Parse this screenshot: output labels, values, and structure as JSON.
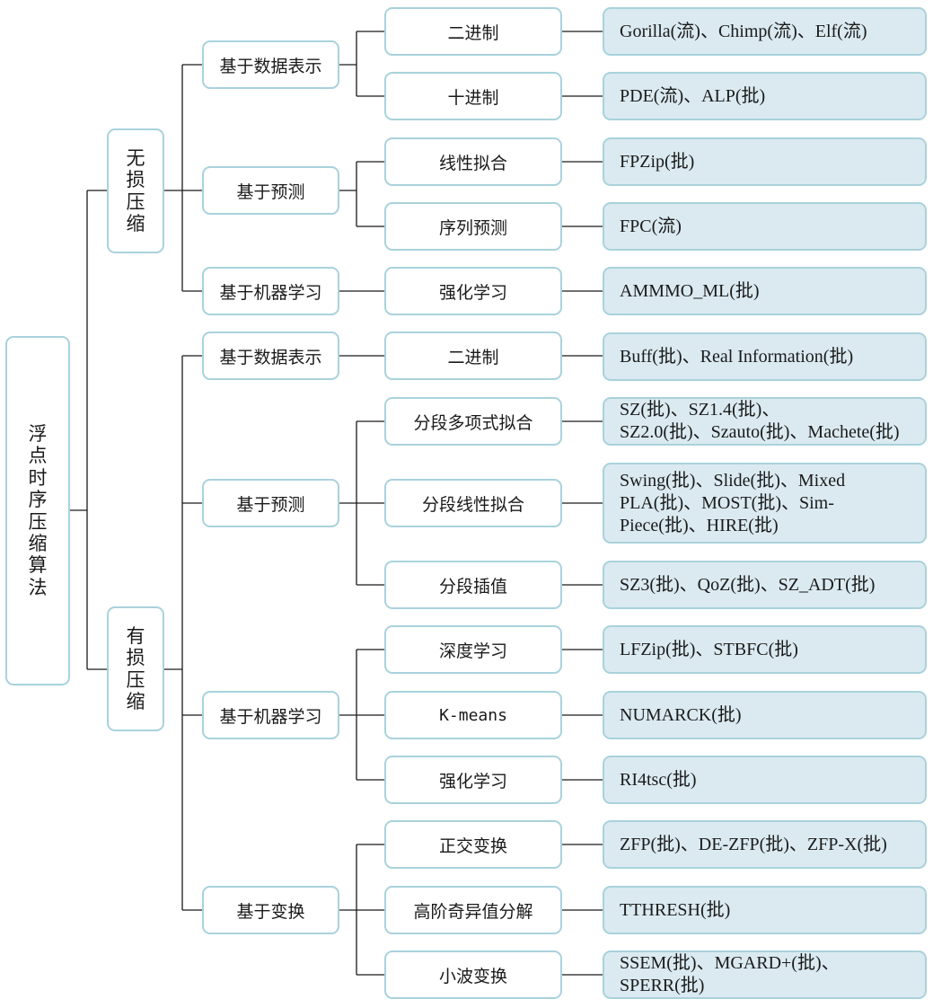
{
  "root": {
    "label": "浮点时序压缩算法"
  },
  "categories": [
    {
      "label": "无损压缩"
    },
    {
      "label": "有损压缩"
    }
  ],
  "level2": [
    "基于数据表示",
    "基于预测",
    "基于机器学习",
    "基于数据表示",
    "基于预测",
    "基于机器学习",
    "基于变换"
  ],
  "level3": [
    "二进制",
    "十进制",
    "线性拟合",
    "序列预测",
    "强化学习",
    "二进制",
    "分段多项式拟合",
    "分段线性拟合",
    "分段插值",
    "深度学习",
    "K-means",
    "强化学习",
    "正交变换",
    "高阶奇异值分解",
    "小波变换"
  ],
  "leaves": [
    "Gorilla(流)、Chimp(流)、Elf(流)",
    "PDE(流)、ALP(批)",
    "FPZip(批)",
    "FPC(流)",
    "AMMMO_ML(批)",
    "Buff(批)、Real Information(批)",
    "SZ(批)、SZ1.4(批)、SZ2.0(批)、Szauto(批)、Machete(批)",
    "Swing(批)、Slide(批)、Mixed PLA(批)、MOST(批)、Sim-Piece(批)、HIRE(批)",
    "SZ3(批)、QoZ(批)、SZ_ADT(批)",
    "LFZip(批)、STBFC(批)",
    "NUMARCK(批)",
    "RI4tsc(批)",
    "ZFP(批)、DE-ZFP(批)、ZFP-X(批)",
    "TTHRESH(批)",
    "SSEM(批)、MGARD+(批)、SPERR(批)"
  ]
}
